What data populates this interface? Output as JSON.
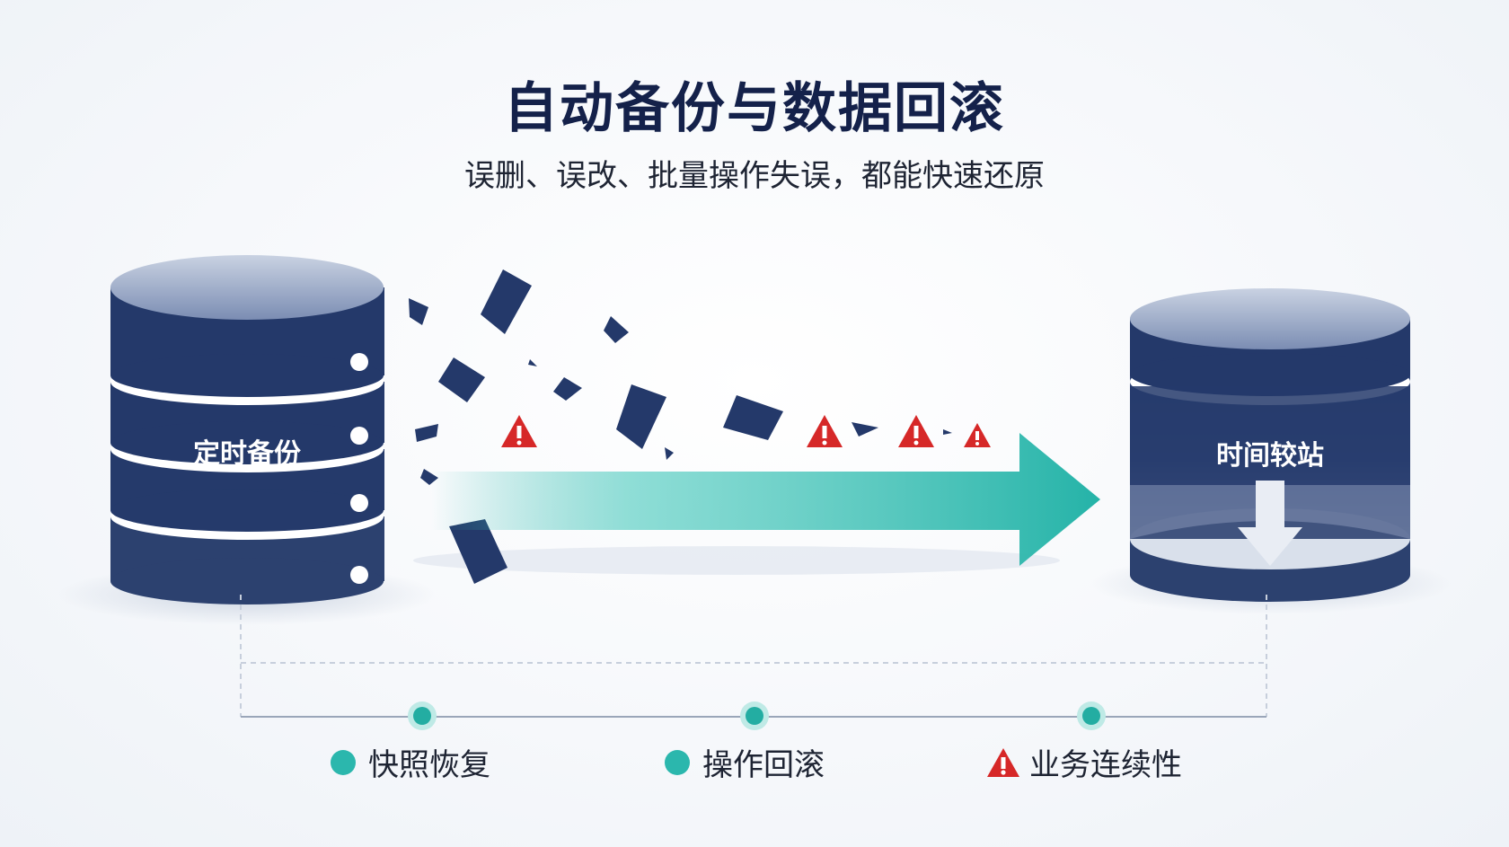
{
  "header": {
    "title": "自动备份与数据回滚",
    "subtitle": "误删、误改、批量操作失误，都能快速还原"
  },
  "source_db": {
    "label": "定时备份",
    "icon": "database-icon"
  },
  "target_db": {
    "label": "时间较站",
    "icon": "database-restore-icon"
  },
  "legend": [
    {
      "label": "快照恢复",
      "marker": "dot",
      "color": "#2bb7ad"
    },
    {
      "label": "操作回滚",
      "marker": "dot",
      "color": "#2bb7ad"
    },
    {
      "label": "业务连续性",
      "marker": "warning-icon",
      "color": "#d62828"
    }
  ],
  "colors": {
    "navy": "#253a6b",
    "teal": "#2bb7ad",
    "warning": "#d62828",
    "timeline": "#b8c2d2"
  }
}
